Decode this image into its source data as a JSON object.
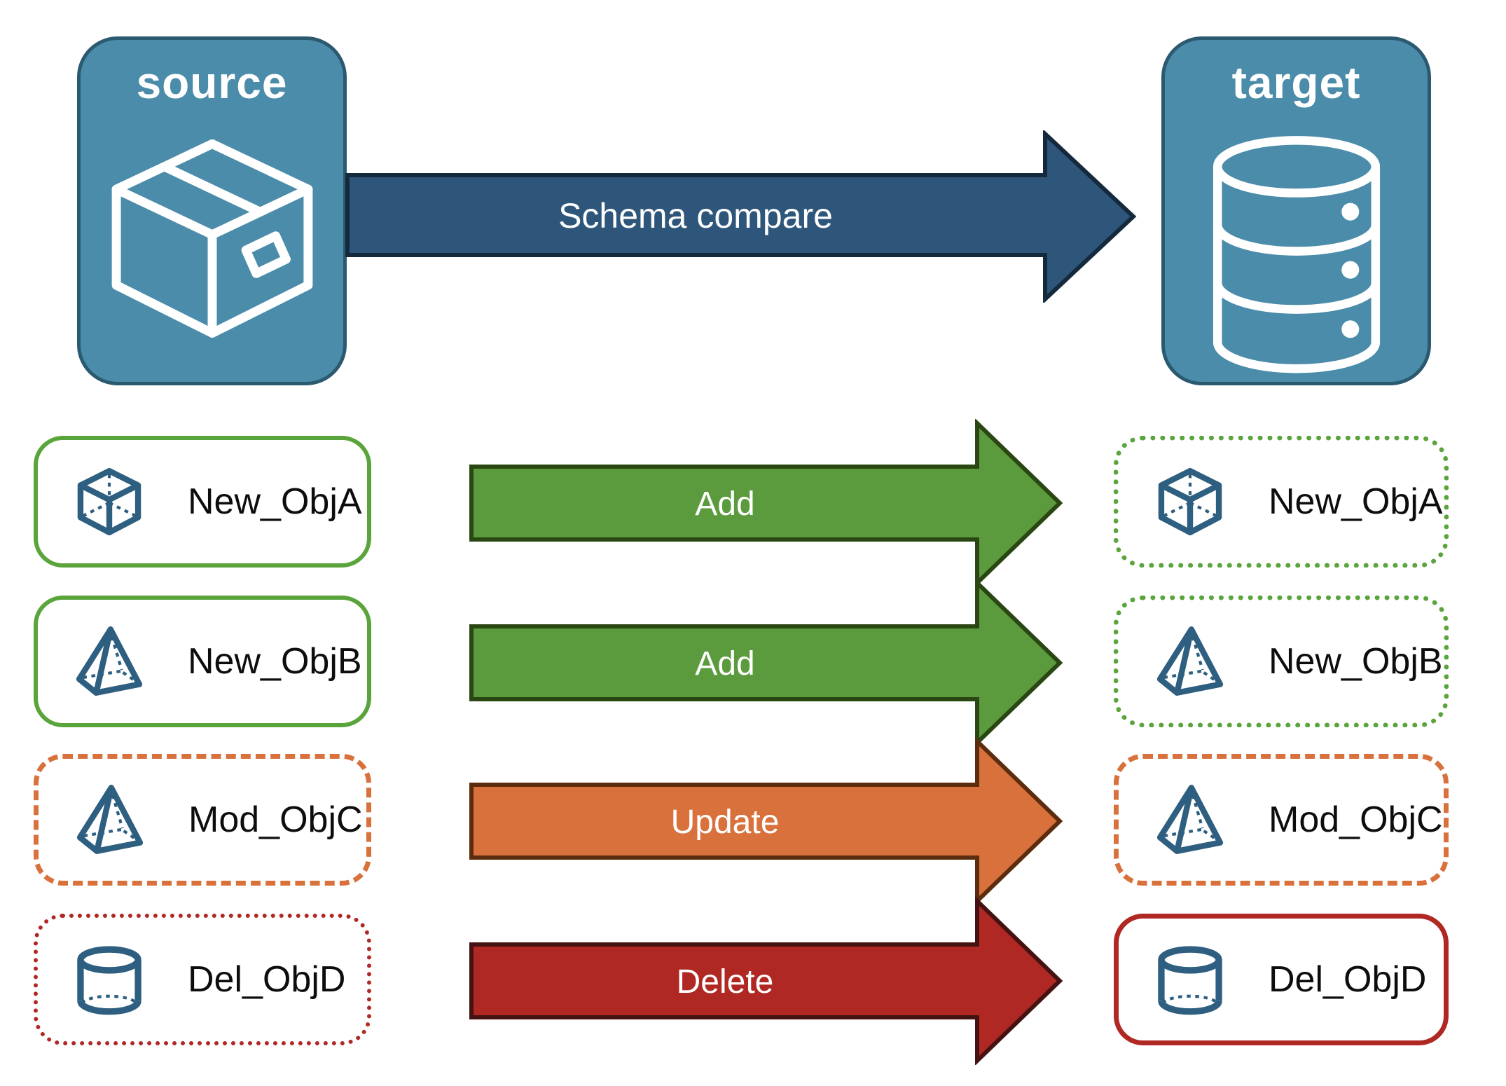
{
  "source_node": {
    "label": "source",
    "icon": "package-icon"
  },
  "target_node": {
    "label": "target",
    "icon": "database-icon"
  },
  "compare": {
    "label": "Schema compare"
  },
  "rows": [
    {
      "name": "New_ObjA",
      "icon": "cube-icon",
      "action": "Add",
      "source_border": "green solid",
      "target_border": "green dotted"
    },
    {
      "name": "New_ObjB",
      "icon": "pyramid-icon",
      "action": "Add",
      "source_border": "green solid",
      "target_border": "green dotted"
    },
    {
      "name": "Mod_ObjC",
      "icon": "pyramid-icon",
      "action": "Update",
      "source_border": "orange dashed",
      "target_border": "orange dashed"
    },
    {
      "name": "Del_ObjD",
      "icon": "cylinder-icon",
      "action": "Delete",
      "source_border": "red dotted",
      "target_border": "red solid"
    }
  ],
  "colors": {
    "node_fill": "#4a8ca9",
    "node_border": "#2b5a70",
    "icon_blue": "#2e5f80",
    "compare_arrow_fill": "#2e567a",
    "add_arrow_fill": "#5b9b3d",
    "update_arrow_fill": "#d9713c",
    "delete_arrow_fill": "#b02823",
    "green_outline": "#5aa43c",
    "orange_outline": "#d9713c",
    "red_outline": "#b02823"
  }
}
